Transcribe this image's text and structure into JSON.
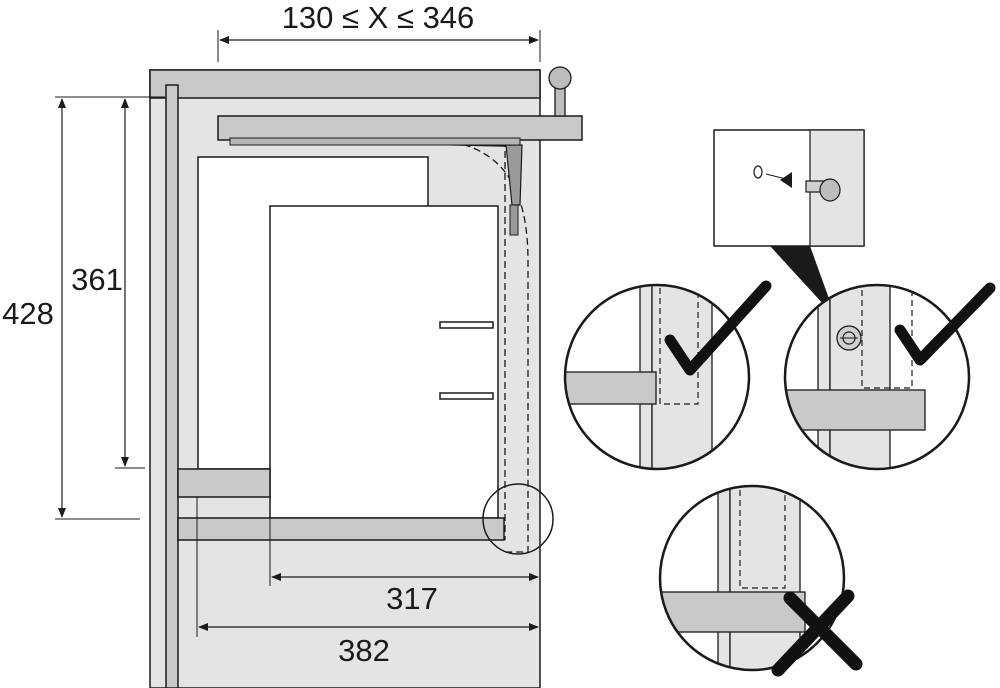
{
  "dimensions": {
    "top_range": "130 ≤ X ≤ 346",
    "height_outer": "428",
    "height_inner": "361",
    "depth_inner": "317",
    "depth_outer": "382"
  },
  "colors": {
    "panel_gray": "#c9c9c9",
    "light_gray": "#e4e4e4",
    "line": "#1a1a1a"
  },
  "icons": {
    "correct_mark": "check-mark-icon",
    "incorrect_mark": "cross-mark-icon"
  }
}
